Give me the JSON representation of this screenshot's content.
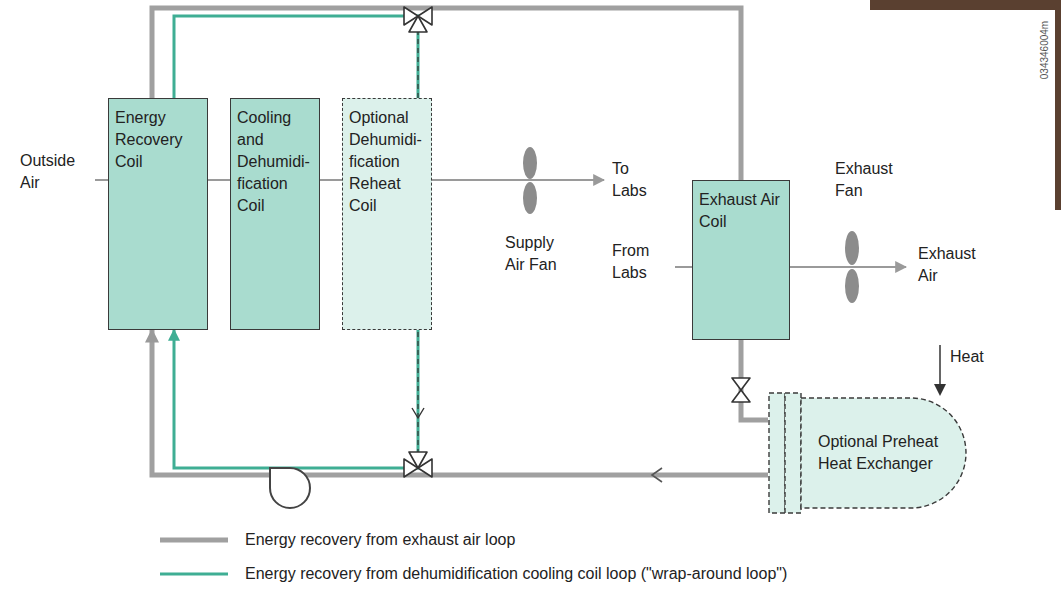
{
  "diagram": {
    "nodes": [
      {
        "text": [
          "Energy Recovery Coil"
        ]
      },
      {
        "text": [
          "Cooling and Dehumidi-fication Coil"
        ]
      },
      {
        "text": [
          "Optional Dehumidi-fication Reheat Coil"
        ]
      },
      {
        "text": [
          "Exhaust Air Coil"
        ]
      },
      {
        "text": [
          "Optional Preheat Heat Exchanger"
        ]
      }
    ],
    "edges": [
      {
        "from": 0,
        "to": 3,
        "arrow": "none"
      },
      {
        "from": 3,
        "to": 4,
        "arrow": "none"
      },
      {
        "from": 4,
        "to": 0,
        "arrow": "to"
      },
      {
        "from": 0,
        "to": 2,
        "arrow": "none"
      },
      {
        "from": 2,
        "to": 0,
        "arrow": "to"
      }
    ],
    "labels": [
      "Outside Air",
      "To Labs",
      "Supply Air Fan",
      "From Labs",
      "Exhaust Fan",
      "Exhaust Air",
      "Heat",
      "034346004m"
    ],
    "legend": [
      {
        "text": "Energy recovery from exhaust air loop"
      },
      {
        "text": "Energy recovery from dehumidification cooling coil loop (\"wrap-around loop\")"
      }
    ]
  }
}
